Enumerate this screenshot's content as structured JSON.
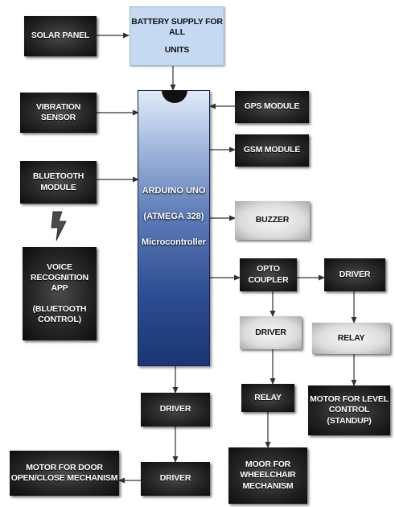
{
  "blocks": {
    "solar_panel": "SOLAR PANEL",
    "battery": [
      "BATTERY SUPPLY FOR ALL",
      "UNITS"
    ],
    "vibration_sensor": "VIBRATION SENSOR",
    "bluetooth_module": [
      "BLUETOOTH",
      "MODULE"
    ],
    "voice_app": [
      "VOICE",
      "RECOGNITION APP",
      "",
      "(BLUETOOTH",
      "CONTROL)"
    ],
    "gps_module": "GPS MODULE",
    "gsm_module": "GSM MODULE",
    "buzzer": "BUZZER",
    "opto_coupler": "OPTO COUPLER",
    "driver_right": "DRIVER",
    "driver_mid": "DRIVER",
    "relay_right": "RELAY",
    "relay_mid": "RELAY",
    "motor_level": [
      "MOTOR FOR LEVEL",
      "CONTROL (STANDUP)"
    ],
    "motor_wheelchair": [
      "MOOR FOR",
      "WHEELCHAIR",
      "MECHANISM"
    ],
    "driver_bottom_1": "DRIVER",
    "driver_bottom_2": "DRIVER",
    "motor_door": [
      "MOTOR FOR DOOR",
      "OPEN/CLOSE MECHANISM"
    ]
  },
  "microcontroller": {
    "line1": "ARDUINO UNO",
    "line2": "(ATMEGA 328)",
    "line3": "Microcontroller"
  },
  "colors": {
    "dark_block": "#262626",
    "light_block": "#dcdcdc",
    "battery_fill": "#c5daf2",
    "mcu_top": "#e2ebf7",
    "mcu_bottom": "#1a3573",
    "wire": "#333333"
  },
  "icons": {
    "wireless": "lightning-bolt-icon"
  }
}
